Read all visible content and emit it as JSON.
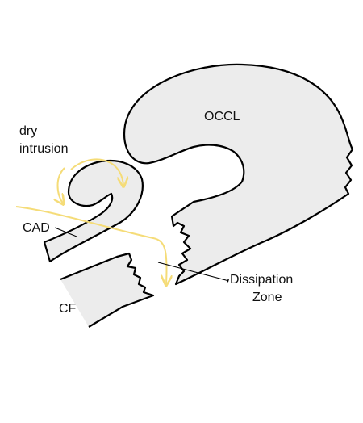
{
  "labels": {
    "occl": "OCCL",
    "dry_intrusion_line1": "dry",
    "dry_intrusion_line2": "intrusion",
    "cad": "CAD",
    "dissipation_line1": "Dissipation",
    "dissipation_line2": "Zone",
    "cf": "CF"
  },
  "colors": {
    "band_fill": "#ececec",
    "outline": "#000000",
    "dry_intrusion_arrow": "#f5dc78",
    "text": "#111111"
  }
}
